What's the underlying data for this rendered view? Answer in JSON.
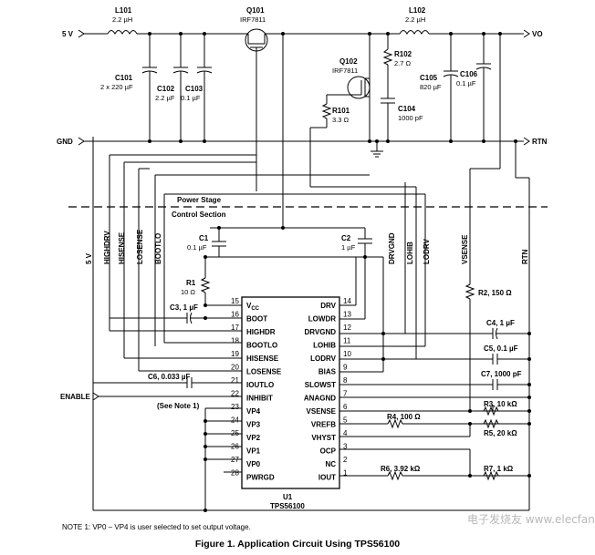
{
  "nets": {
    "vin": "5 V",
    "gnd": "GND",
    "vo": "VO",
    "rtn": "RTN",
    "enable": "ENABLE"
  },
  "components": {
    "L101": {
      "ref": "L101",
      "value": "2.2 µH"
    },
    "L102": {
      "ref": "L102",
      "value": "2.2 µH"
    },
    "Q101": {
      "ref": "Q101",
      "value": "IRF7811"
    },
    "Q102": {
      "ref": "Q102",
      "value": "IRF7811"
    },
    "C101": {
      "ref": "C101",
      "value": "2 x 220 µF"
    },
    "C102": {
      "ref": "C102",
      "value": "2.2 µF"
    },
    "C103": {
      "ref": "C103",
      "value": "0.1 µF"
    },
    "R102": {
      "ref": "R102",
      "value": "2.7 Ω"
    },
    "R101": {
      "ref": "R101",
      "value": "3.3 Ω"
    },
    "C104": {
      "ref": "C104",
      "value": "1000 pF"
    },
    "C105": {
      "ref": "C105",
      "value": "820 µF"
    },
    "C106": {
      "ref": "C106",
      "value": "0.1 µF"
    },
    "C1": {
      "ref": "C1",
      "value": "0.1 µF"
    },
    "C2": {
      "ref": "C2",
      "value": "1 µF"
    },
    "R1": {
      "ref": "R1",
      "value": "10 Ω"
    },
    "C3": {
      "label": "C3, 1 µF"
    },
    "C6": {
      "label": "C6, 0.033 µF"
    },
    "R2": {
      "label": "R2, 150 Ω"
    },
    "C4": {
      "label": "C4, 1 µF"
    },
    "C5": {
      "label": "C5, 0.1 µF"
    },
    "C7": {
      "label": "C7, 1000 pF"
    },
    "R3": {
      "label": "R3, 10 kΩ"
    },
    "R4": {
      "label": "R4, 100 Ω"
    },
    "R5": {
      "label": "R5, 20 kΩ"
    },
    "R6": {
      "label": "R6, 3.92 kΩ"
    },
    "R7": {
      "label": "R7, 1 kΩ"
    }
  },
  "sections": {
    "power": "Power Stage",
    "control": "Control Section"
  },
  "bus_labels": [
    "5 V",
    "HIGHDRV",
    "HISENSE",
    "LOSENSE",
    "BOOTLO",
    "DRVGND",
    "LOHIB",
    "LODRV",
    "VSENSE",
    "RTN"
  ],
  "ic": {
    "ref": "U1",
    "part": "TPS56100",
    "vcc_main": "V",
    "vcc_sub": "CC",
    "left_pins": [
      {
        "num": "15",
        "name": "VCC"
      },
      {
        "num": "16",
        "name": "BOOT"
      },
      {
        "num": "17",
        "name": "HIGHDR"
      },
      {
        "num": "18",
        "name": "BOOTLO"
      },
      {
        "num": "19",
        "name": "HISENSE"
      },
      {
        "num": "20",
        "name": "LOSENSE"
      },
      {
        "num": "21",
        "name": "IOUTLO"
      },
      {
        "num": "22",
        "name": "INHIBIT"
      },
      {
        "num": "23",
        "name": "VP4"
      },
      {
        "num": "24",
        "name": "VP3"
      },
      {
        "num": "25",
        "name": "VP2"
      },
      {
        "num": "26",
        "name": "VP1"
      },
      {
        "num": "27",
        "name": "VP0"
      },
      {
        "num": "28",
        "name": "PWRGD"
      }
    ],
    "right_pins": [
      {
        "num": "14",
        "name": "DRV"
      },
      {
        "num": "13",
        "name": "LOWDR"
      },
      {
        "num": "12",
        "name": "DRVGND"
      },
      {
        "num": "11",
        "name": "LOHIB"
      },
      {
        "num": "10",
        "name": "LODRV"
      },
      {
        "num": "9",
        "name": "BIAS"
      },
      {
        "num": "8",
        "name": "SLOWST"
      },
      {
        "num": "7",
        "name": "ANAGND"
      },
      {
        "num": "6",
        "name": "VSENSE"
      },
      {
        "num": "5",
        "name": "VREFB"
      },
      {
        "num": "4",
        "name": "VHYST"
      },
      {
        "num": "3",
        "name": "OCP"
      },
      {
        "num": "2",
        "name": "NC"
      },
      {
        "num": "1",
        "name": "IOUT"
      }
    ]
  },
  "see_note": "(See Note 1)",
  "note": "NOTE 1:   VP0 – VP4 is user selected to set output voltage.",
  "caption": "Figure 1.  Application Circuit Using TPS56100",
  "watermark": "电子发烧友 www.elecfans.com"
}
